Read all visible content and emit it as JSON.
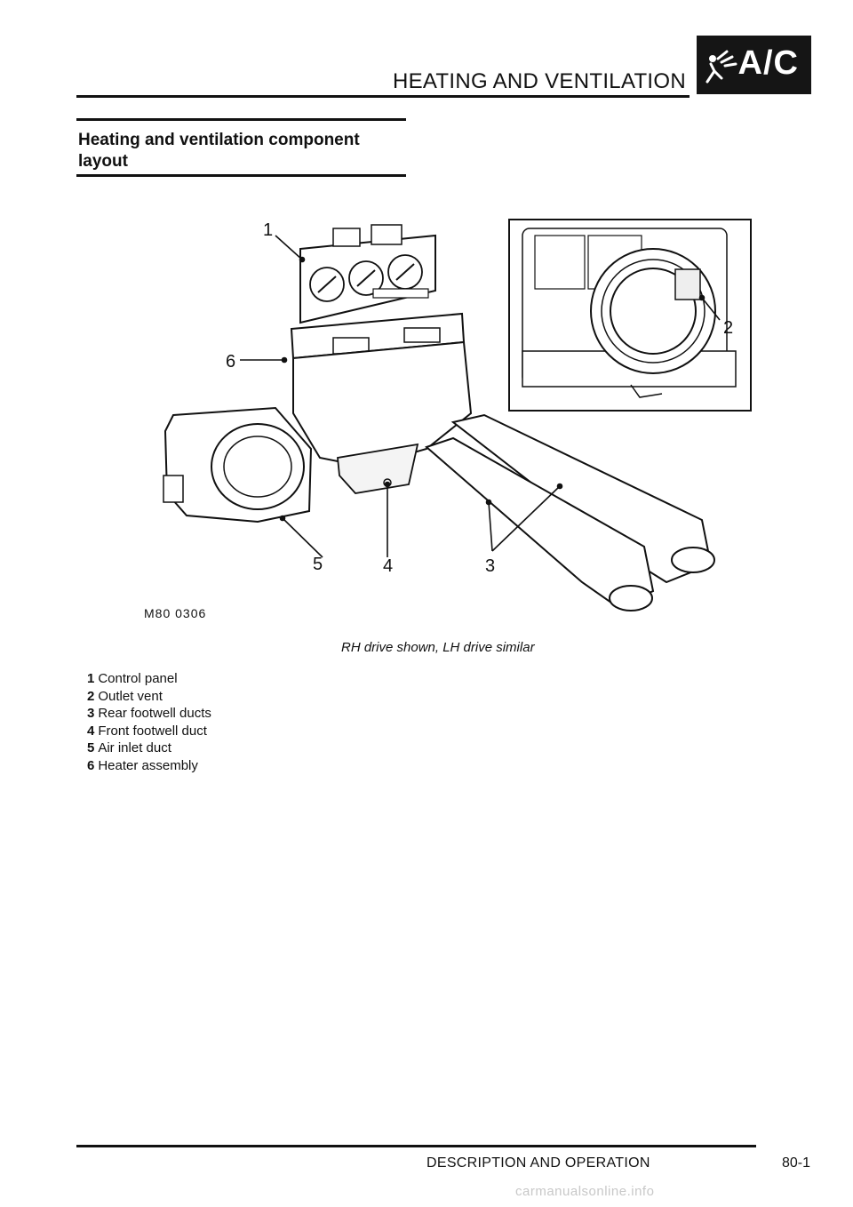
{
  "header": {
    "title": "HEATING AND VENTILATION",
    "badge": "A/C",
    "badge_icon": "fan-person-icon"
  },
  "section": {
    "title": "Heating and ventilation component layout"
  },
  "figure": {
    "code": "M80 0306",
    "caption": "RH drive shown, LH drive similar",
    "callouts": [
      "1",
      "2",
      "3",
      "4",
      "5",
      "6"
    ]
  },
  "legend": [
    {
      "num": "1",
      "label": "Control panel"
    },
    {
      "num": "2",
      "label": "Outlet vent"
    },
    {
      "num": "3",
      "label": "Rear footwell ducts"
    },
    {
      "num": "4",
      "label": "Front footwell duct"
    },
    {
      "num": "5",
      "label": "Air inlet duct"
    },
    {
      "num": "6",
      "label": "Heater assembly"
    }
  ],
  "footer": {
    "section": "DESCRIPTION AND OPERATION",
    "page": "80-1",
    "watermark": "carmanualsonline.info"
  }
}
